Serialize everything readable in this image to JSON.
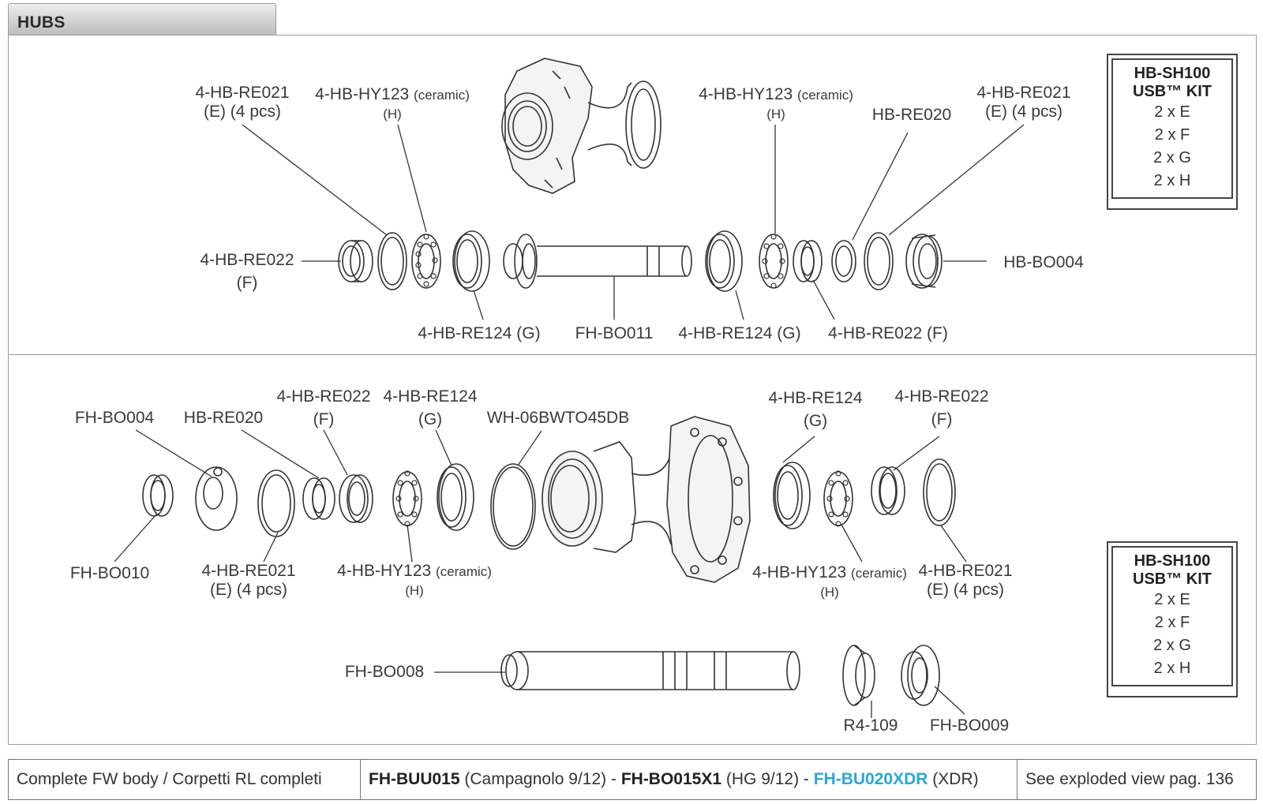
{
  "section_title": "HUBS",
  "front_hub": {
    "labels": {
      "re021_l_1": "4-HB-RE021",
      "re021_l_2": "(E) (4 pcs)",
      "hy123_l_1": "4-HB-HY123",
      "hy123_l_cer": "(ceramic)",
      "hy123_l_2": "(H)",
      "hy123_r_1": "4-HB-HY123",
      "hy123_r_cer": "(ceramic)",
      "hy123_r_2": "(H)",
      "re020": "HB-RE020",
      "re021_r_1": "4-HB-RE021",
      "re021_r_2": "(E) (4 pcs)",
      "re022_l_1": "4-HB-RE022",
      "re022_l_2": "(F)",
      "bo004": "HB-BO004",
      "re124_l": "4-HB-RE124 (G)",
      "bo011": "FH-BO011",
      "re124_r": "4-HB-RE124 (G)",
      "re022_r": "4-HB-RE022 (F)"
    },
    "kit": {
      "title_1": "HB-SH100",
      "title_2": "USB™ KIT",
      "lines": [
        "2 x E",
        "2 x F",
        "2 x G",
        "2 x H"
      ]
    }
  },
  "rear_hub": {
    "labels": {
      "fh_bo004": "FH-BO004",
      "hb_re020": "HB-RE020",
      "re022_l_1": "4-HB-RE022",
      "re022_l_2": "(F)",
      "re124_l_1": "4-HB-RE124",
      "re124_l_2": "(G)",
      "wh": "WH-06BWTO45DB",
      "re124_r_1": "4-HB-RE124",
      "re124_r_2": "(G)",
      "re022_r_1": "4-HB-RE022",
      "re022_r_2": "(F)",
      "fh_bo010": "FH-BO010",
      "re021_l_1": "4-HB-RE021",
      "re021_l_2": "(E) (4 pcs)",
      "hy123_l_1": "4-HB-HY123",
      "hy123_l_cer": "(ceramic)",
      "hy123_l_2": "(H)",
      "hy123_r_1": "4-HB-HY123",
      "hy123_r_cer": "(ceramic)",
      "hy123_r_2": "(H)",
      "re021_r_1": "4-HB-RE021",
      "re021_r_2": "(E) (4 pcs)",
      "fh_bo008": "FH-BO008",
      "r4_109": "R4-109",
      "fh_bo009": "FH-BO009"
    },
    "kit": {
      "title_1": "HB-SH100",
      "title_2": "USB™ KIT",
      "lines": [
        "2 x E",
        "2 x F",
        "2 x G",
        "2 x H"
      ]
    }
  },
  "footer": {
    "col1": "Complete FW body / Corpetti RL completi",
    "part1": "FH-BUU015",
    "part1_desc": " (Campagnolo 9/12) - ",
    "part2": "FH-BO015X1",
    "part2_desc": " (HG 9/12) - ",
    "part3": "FH-BU020XDR",
    "part3_desc": " (XDR)",
    "col3": "See exploded view pag. 136"
  },
  "colors": {
    "xdr_accent": "#2aa7d6",
    "line": "#333333"
  }
}
